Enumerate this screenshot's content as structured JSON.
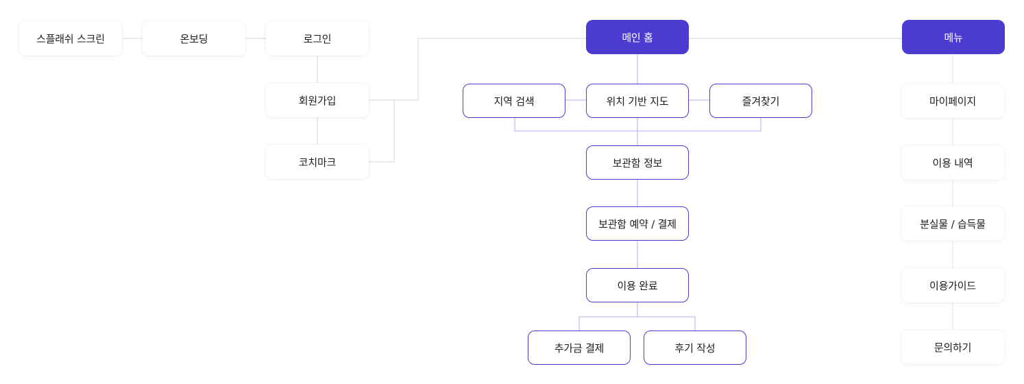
{
  "colors": {
    "primary": "#4B3BD1",
    "wire_gray": "#D6D6D6",
    "wire_purple": "#B3ABEC"
  },
  "onboarding": {
    "splash": "스플래쉬 스크린",
    "onboarding": "온보딩",
    "login": "로그인",
    "signup": "회원가입",
    "coachmark": "코치마크"
  },
  "main": {
    "home": "메인 홈",
    "region_search": "지역 검색",
    "location_map": "위치 기반 지도",
    "favorites": "즐겨찾기",
    "locker_info": "보관함 정보",
    "reserve_pay": "보관함 예약 / 결제",
    "usage_done": "이용 완료",
    "extra_payment": "추가금 결제",
    "write_review": "후기 작성"
  },
  "menu": {
    "title": "메뉴",
    "items": [
      "마이페이지",
      "이용 내역",
      "분실물 / 습득물",
      "이용가이드",
      "문의하기"
    ]
  }
}
